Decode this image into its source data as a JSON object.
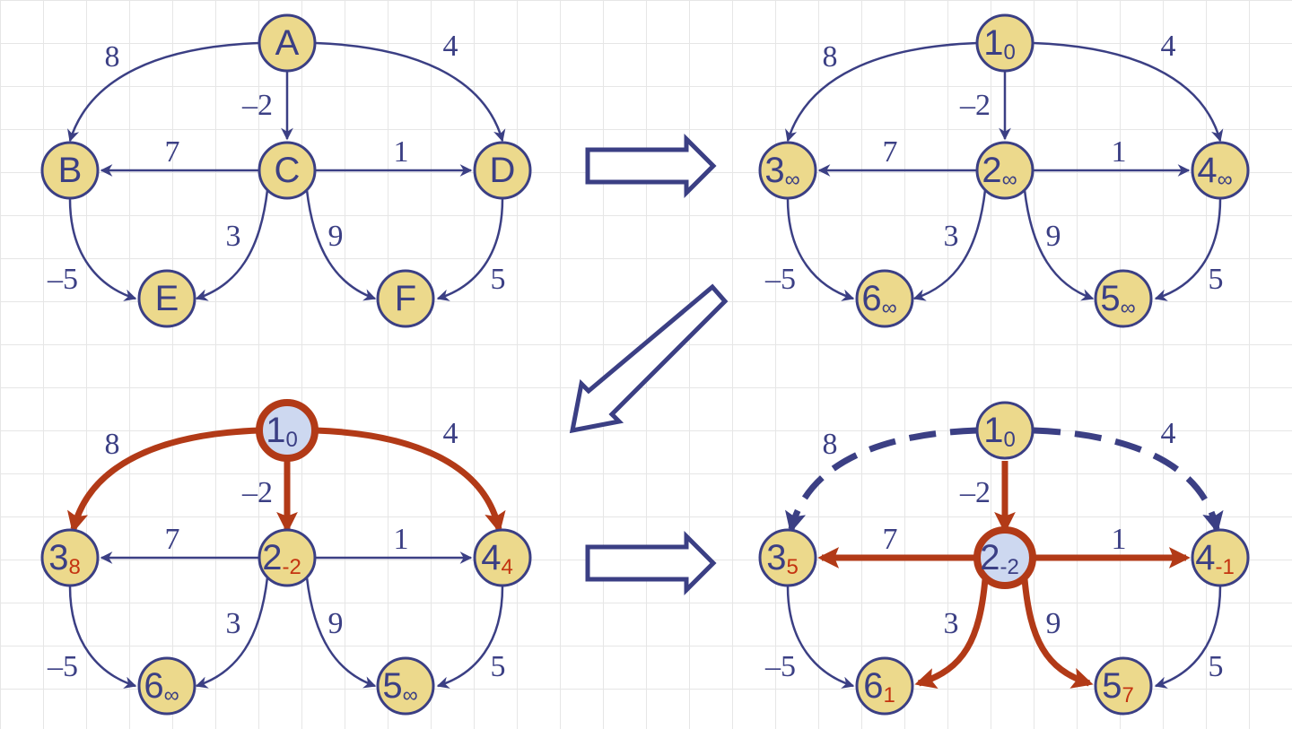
{
  "colors": {
    "node_fill": "#ecd98c",
    "node_stroke": "#3b3f84",
    "active_fill": "#cdd8f0",
    "relaxed_edge": "#b23a17",
    "updated_distance": "#c43310",
    "edge": "#3b3f84"
  },
  "panels": [
    {
      "nodes": [
        {
          "id": "A",
          "label": "A",
          "sub": ""
        },
        {
          "id": "B",
          "label": "B",
          "sub": ""
        },
        {
          "id": "C",
          "label": "C",
          "sub": ""
        },
        {
          "id": "D",
          "label": "D",
          "sub": ""
        },
        {
          "id": "E",
          "label": "E",
          "sub": ""
        },
        {
          "id": "F",
          "label": "F",
          "sub": ""
        }
      ],
      "weights": {
        "AB": "8",
        "AC": "–2",
        "AD": "4",
        "CB": "7",
        "CD": "1",
        "BE": "–5",
        "CE": "3",
        "CF": "9",
        "DF": "5"
      }
    },
    {
      "nodes": [
        {
          "id": "A",
          "label": "1",
          "sub": "0"
        },
        {
          "id": "B",
          "label": "3",
          "sub": "∞"
        },
        {
          "id": "C",
          "label": "2",
          "sub": "∞"
        },
        {
          "id": "D",
          "label": "4",
          "sub": "∞"
        },
        {
          "id": "E",
          "label": "6",
          "sub": "∞"
        },
        {
          "id": "F",
          "label": "5",
          "sub": "∞"
        }
      ],
      "weights": {
        "AB": "8",
        "AC": "–2",
        "AD": "4",
        "CB": "7",
        "CD": "1",
        "BE": "–5",
        "CE": "3",
        "CF": "9",
        "DF": "5"
      }
    },
    {
      "nodes": [
        {
          "id": "A",
          "label": "1",
          "sub": "0",
          "active": true
        },
        {
          "id": "B",
          "label": "3",
          "sub": "8",
          "updated": true
        },
        {
          "id": "C",
          "label": "2",
          "sub": "-2",
          "updated": true
        },
        {
          "id": "D",
          "label": "4",
          "sub": "4",
          "updated": true
        },
        {
          "id": "E",
          "label": "6",
          "sub": "∞"
        },
        {
          "id": "F",
          "label": "5",
          "sub": "∞"
        }
      ],
      "weights": {
        "AB": "8",
        "AC": "–2",
        "AD": "4",
        "CB": "7",
        "CD": "1",
        "BE": "–5",
        "CE": "3",
        "CF": "9",
        "DF": "5"
      }
    },
    {
      "nodes": [
        {
          "id": "A",
          "label": "1",
          "sub": "0"
        },
        {
          "id": "B",
          "label": "3",
          "sub": "5",
          "updated": true
        },
        {
          "id": "C",
          "label": "2",
          "sub": "-2",
          "active": true
        },
        {
          "id": "D",
          "label": "4",
          "sub": "-1",
          "updated": true
        },
        {
          "id": "E",
          "label": "6",
          "sub": "1",
          "updated": true
        },
        {
          "id": "F",
          "label": "5",
          "sub": "7",
          "updated": true
        }
      ],
      "weights": {
        "AB": "8",
        "AC": "–2",
        "AD": "4",
        "CB": "7",
        "CD": "1",
        "BE": "–5",
        "CE": "3",
        "CF": "9",
        "DF": "5"
      }
    }
  ]
}
